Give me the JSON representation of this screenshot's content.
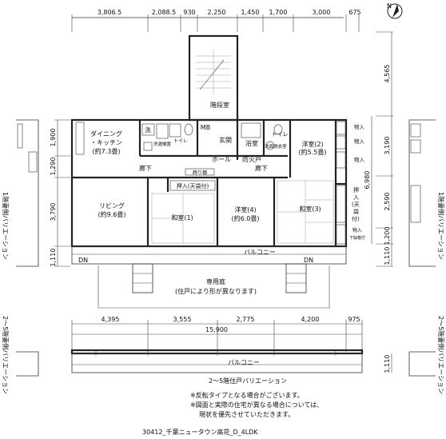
{
  "dimensions_top": [
    "3,806.5",
    "2,088.5",
    "930",
    "2,250",
    "1,450",
    "1,700",
    "3,000",
    "675"
  ],
  "dimensions_right": [
    "4,565",
    "3,190",
    "6,980",
    "2,590",
    "1,200"
  ],
  "dimensions_left": [
    "1,900",
    "1,290",
    "3,790"
  ],
  "dimension_left_bottom": "1,110",
  "dimension_right_lower": "1,110",
  "dimensions_middle": [
    "4,395",
    "3,555",
    "2,775",
    "4,200",
    "975"
  ],
  "dimension_total": "15,900",
  "rooms": {
    "stair": "階段室",
    "dining": [
      "ダイニング",
      "・キッチン",
      "(約7.3畳)"
    ],
    "wash": "洗",
    "wm": "洗濯機置",
    "toilet": "トイレ",
    "mb": "MB",
    "entry": "玄関",
    "bath": "浴室",
    "washroom": "洗面脱衣室",
    "toilet2": "トイレ",
    "western2": [
      "洋室(2)",
      "(約5.5畳)"
    ],
    "hall": "ホール",
    "hallway1": "廊下",
    "hallway2": "廊下",
    "fireproof": "防火戸",
    "shelf": "飾り棚",
    "living": [
      "リビング",
      "(約9.6畳)"
    ],
    "oshiire1": "押入(天袋付)",
    "japanese1": [
      "和室(1)"
    ],
    "western4": [
      "洋室(4)",
      "(約6.0畳)"
    ],
    "japanese3": [
      "和室(3)"
    ],
    "oshiire_right": [
      "押",
      "入",
      "(天",
      "袋",
      "付)"
    ],
    "storage": [
      "物入",
      "物入",
      "物入"
    ],
    "shoebox": [
      "物入",
      "下駄箱付"
    ],
    "balcony": "バルコニー",
    "dn_left": "DN",
    "dn_right": "DN",
    "garden_title": "専用庭",
    "garden_note": "(住戸により形が異なります)"
  },
  "variation_lower": {
    "balcony": "バルコニー",
    "caption": "2～5階住戸バリエーション"
  },
  "side_labels": {
    "left_top": "1階妻側バリエーション",
    "left_bottom": "2～5階妻側バリエーション",
    "right_top": "1階妻側バリエーション",
    "right_bottom": "2～5階妻側バリエーション"
  },
  "notes": [
    "※反転タイプとなる場合がございます。",
    "※図面と実際の住宅が異なる場合については、",
    "現状を優先させていただきます。"
  ],
  "footer": "30412_千葉ニュータウン高花_D_4LDK",
  "compass": "N"
}
